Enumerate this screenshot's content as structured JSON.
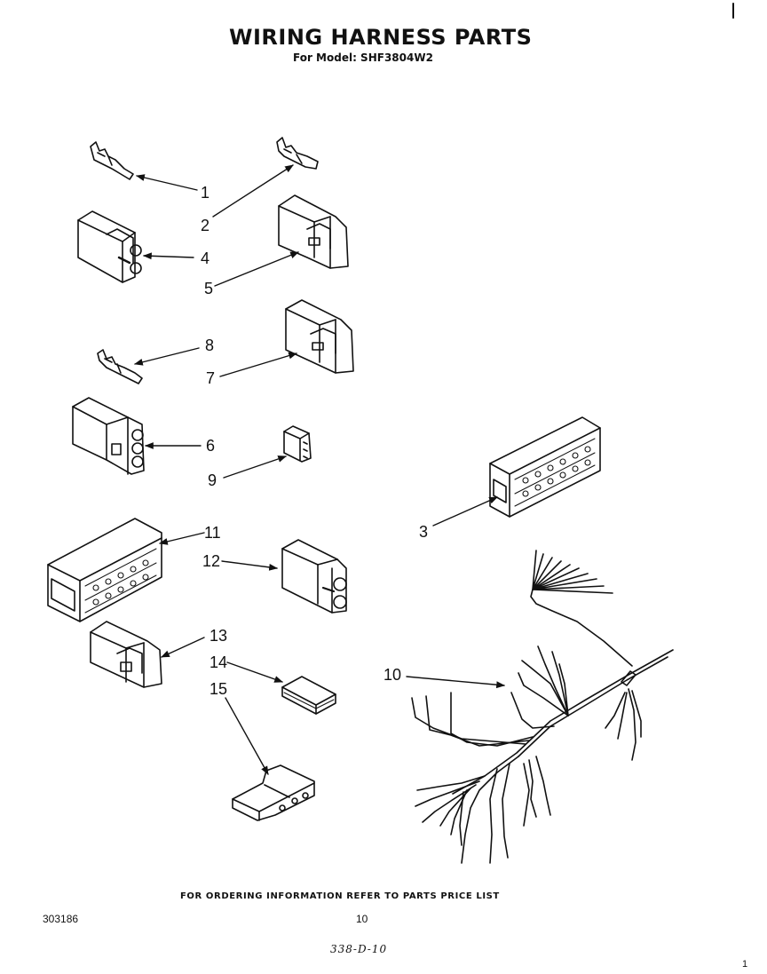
{
  "title": "WIRING HARNESS PARTS",
  "subtitle": "For Model: SHF3804W2",
  "footer": {
    "note": "FOR ORDERING INFORMATION REFER TO PARTS PRICE LIST",
    "doc_number": "303186",
    "page_number": "10",
    "handwritten_code": "338-D-10",
    "corner_mark": "1"
  },
  "callouts": [
    {
      "id": "callout-1",
      "label": "1",
      "part": "terminal"
    },
    {
      "id": "callout-2",
      "label": "2",
      "part": "terminal"
    },
    {
      "id": "callout-3",
      "label": "3",
      "part": "multi-pin connector block"
    },
    {
      "id": "callout-4",
      "label": "4",
      "part": "two-way connector housing"
    },
    {
      "id": "callout-5",
      "label": "5",
      "part": "connector housing with latch"
    },
    {
      "id": "callout-6",
      "label": "6",
      "part": "three-way connector housing"
    },
    {
      "id": "callout-7",
      "label": "7",
      "part": "connector housing with latch"
    },
    {
      "id": "callout-8",
      "label": "8",
      "part": "terminal"
    },
    {
      "id": "callout-9",
      "label": "9",
      "part": "small connector"
    },
    {
      "id": "callout-10",
      "label": "10",
      "part": "wiring harness"
    },
    {
      "id": "callout-11",
      "label": "11",
      "part": "multi-pin connector block"
    },
    {
      "id": "callout-12",
      "label": "12",
      "part": "two-way connector housing"
    },
    {
      "id": "callout-13",
      "label": "13",
      "part": "connector housing with latch"
    },
    {
      "id": "callout-14",
      "label": "14",
      "part": "insulator pad"
    },
    {
      "id": "callout-15",
      "label": "15",
      "part": "connector shell"
    }
  ]
}
